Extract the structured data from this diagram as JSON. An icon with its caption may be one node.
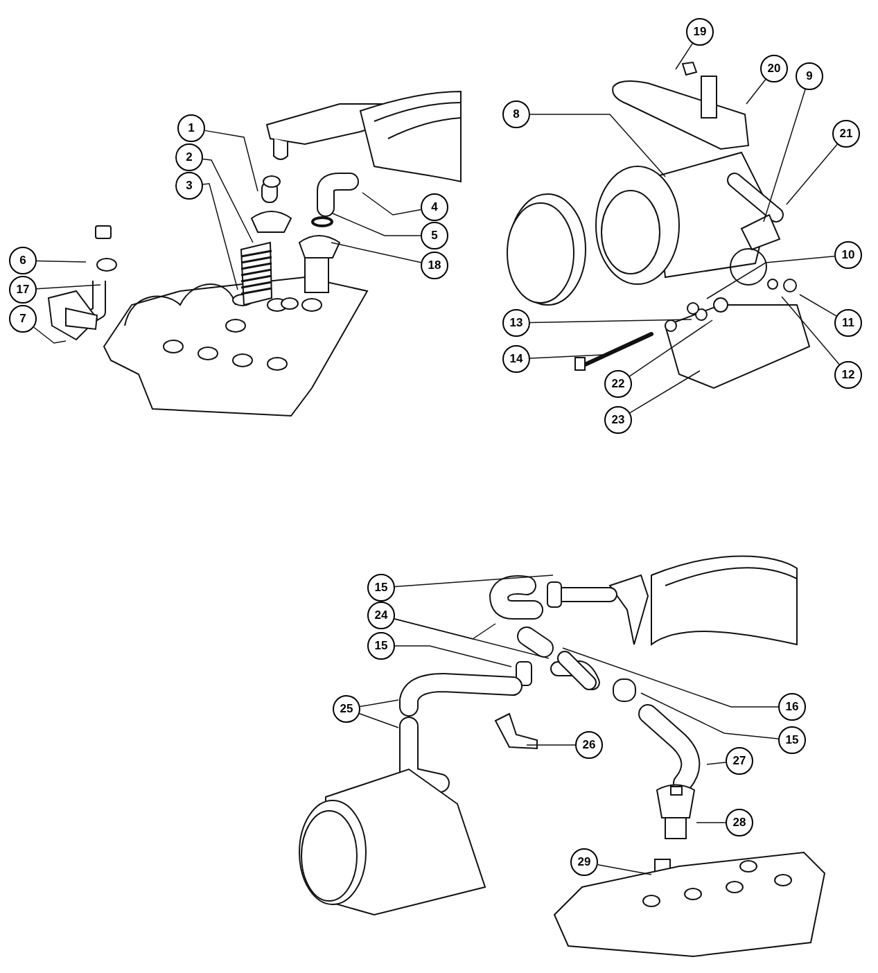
{
  "diagram": {
    "nodes": [
      {
        "text": [
          "1"
        ]
      },
      {
        "text": [
          "2"
        ]
      },
      {
        "text": [
          "3"
        ]
      },
      {
        "text": [
          "4"
        ]
      },
      {
        "text": [
          "5"
        ]
      },
      {
        "text": [
          "18"
        ]
      },
      {
        "text": [
          "6"
        ]
      },
      {
        "text": [
          "17"
        ]
      },
      {
        "text": [
          "7"
        ]
      },
      {
        "text": [
          "19"
        ]
      },
      {
        "text": [
          "20"
        ]
      },
      {
        "text": [
          "9"
        ]
      },
      {
        "text": [
          "8"
        ]
      },
      {
        "text": [
          "21"
        ]
      },
      {
        "text": [
          "10"
        ]
      },
      {
        "text": [
          "11"
        ]
      },
      {
        "text": [
          "13"
        ]
      },
      {
        "text": [
          "14"
        ]
      },
      {
        "text": [
          "22"
        ]
      },
      {
        "text": [
          "12"
        ]
      },
      {
        "text": [
          "23"
        ]
      },
      {
        "text": [
          "15"
        ]
      },
      {
        "text": [
          "24"
        ]
      },
      {
        "text": [
          "15"
        ]
      },
      {
        "text": [
          "25"
        ]
      },
      {
        "text": [
          "16"
        ]
      },
      {
        "text": [
          "15"
        ]
      },
      {
        "text": [
          "26"
        ]
      },
      {
        "text": [
          "27"
        ]
      },
      {
        "text": [
          "28"
        ]
      },
      {
        "text": [
          "29"
        ]
      }
    ],
    "edges": [
      {
        "from": 0,
        "to": null,
        "arrow": "none"
      },
      {
        "from": 1,
        "to": null,
        "arrow": "none"
      },
      {
        "from": 2,
        "to": null,
        "arrow": "none"
      },
      {
        "from": 3,
        "to": null,
        "arrow": "none"
      },
      {
        "from": 4,
        "to": null,
        "arrow": "none"
      },
      {
        "from": 5,
        "to": null,
        "arrow": "none"
      },
      {
        "from": 6,
        "to": null,
        "arrow": "none"
      },
      {
        "from": 7,
        "to": null,
        "arrow": "none"
      },
      {
        "from": 8,
        "to": null,
        "arrow": "none"
      },
      {
        "from": 9,
        "to": null,
        "arrow": "none"
      },
      {
        "from": 10,
        "to": null,
        "arrow": "none"
      },
      {
        "from": 11,
        "to": null,
        "arrow": "none"
      },
      {
        "from": 12,
        "to": null,
        "arrow": "none"
      },
      {
        "from": 13,
        "to": null,
        "arrow": "none"
      },
      {
        "from": 14,
        "to": null,
        "arrow": "none"
      },
      {
        "from": 15,
        "to": null,
        "arrow": "none"
      },
      {
        "from": 16,
        "to": null,
        "arrow": "none"
      },
      {
        "from": 17,
        "to": null,
        "arrow": "none"
      },
      {
        "from": 18,
        "to": null,
        "arrow": "none"
      },
      {
        "from": 19,
        "to": null,
        "arrow": "none"
      },
      {
        "from": 20,
        "to": null,
        "arrow": "none"
      },
      {
        "from": 21,
        "to": null,
        "arrow": "none"
      },
      {
        "from": 22,
        "to": null,
        "arrow": "none"
      },
      {
        "from": 22,
        "to": null,
        "arrow": "none"
      },
      {
        "from": 23,
        "to": null,
        "arrow": "none"
      },
      {
        "from": 24,
        "to": null,
        "arrow": "none"
      },
      {
        "from": 24,
        "to": null,
        "arrow": "none"
      },
      {
        "from": 25,
        "to": null,
        "arrow": "none"
      },
      {
        "from": 26,
        "to": null,
        "arrow": "none"
      },
      {
        "from": 27,
        "to": null,
        "arrow": "none"
      },
      {
        "from": 28,
        "to": null,
        "arrow": "none"
      },
      {
        "from": 29,
        "to": null,
        "arrow": "none"
      },
      {
        "from": 30,
        "to": null,
        "arrow": "none"
      }
    ]
  }
}
